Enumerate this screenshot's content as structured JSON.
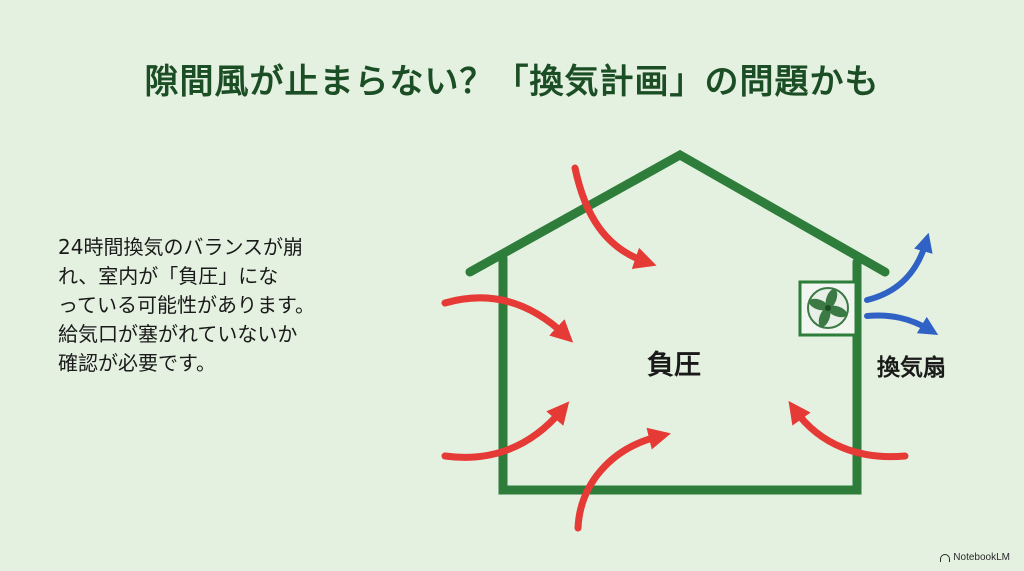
{
  "title": "隙間風が止まらない？「換気計画」の問題かも",
  "body_lines": [
    "24時間換気のバランスが崩",
    "れ、室内が「負圧」にな",
    "っている可能性があります。",
    "給気口が塞がれていないか",
    "確認が必要です。"
  ],
  "diagram": {
    "center_label": "負圧",
    "fan_label": "換気扇",
    "house_color": "#2e7d3a",
    "inflow_arrow_color": "#e53a35",
    "outflow_arrow_color": "#2f62c4"
  },
  "watermark": "NotebookLM"
}
